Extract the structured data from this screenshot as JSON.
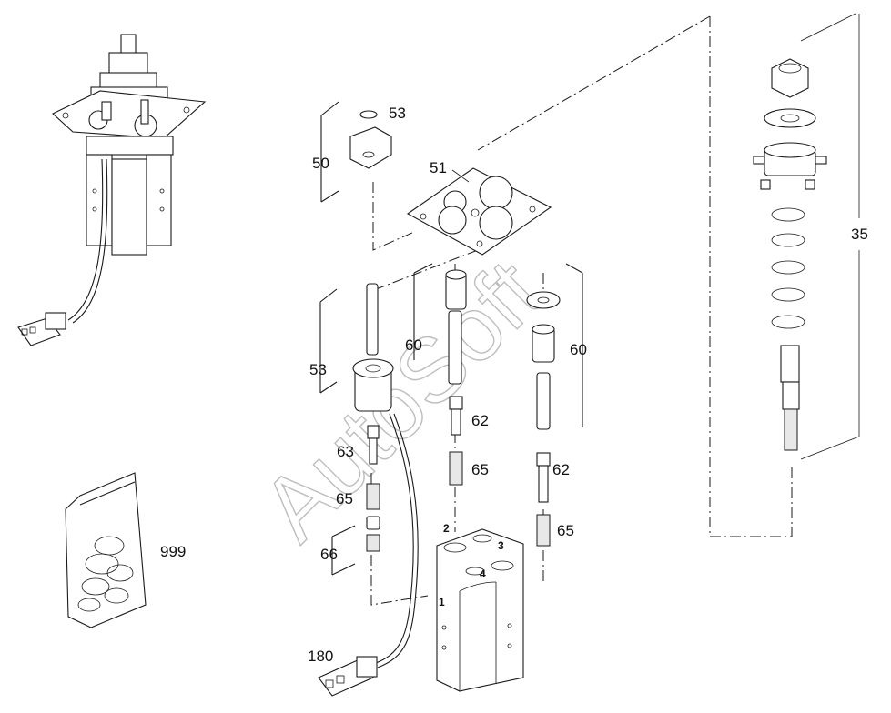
{
  "watermark": "AutoSoft",
  "callouts": {
    "c35": "35",
    "c50": "50",
    "c51": "51",
    "c53a": "53",
    "c53b": "53",
    "c60a": "60",
    "c60b": "60",
    "c62a": "62",
    "c62b": "62",
    "c63": "63",
    "c65a": "65",
    "c65b": "65",
    "c65c": "65",
    "c66": "66",
    "c180": "180",
    "c999": "999"
  },
  "port_numbers": {
    "p1": "1",
    "p2": "2",
    "p3": "3",
    "p4": "4"
  }
}
